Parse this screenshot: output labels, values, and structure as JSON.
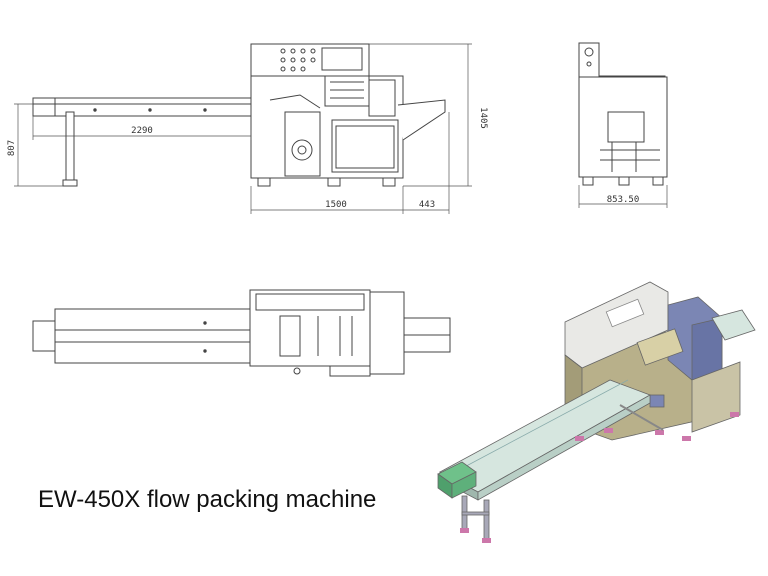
{
  "caption": "EW-450X flow packing machine",
  "dimensions": {
    "total_height": "1405",
    "conveyor_height": "807",
    "conveyor_length": "2290",
    "body_length": "1500",
    "outfeed_length": "443",
    "body_width": "853.50"
  },
  "colors": {
    "line": "#444444",
    "machine_body": "#b8b08a",
    "machine_top": "#e9e9e6",
    "head_unit": "#7b86b4",
    "conveyor": "#d6e6df",
    "infeed": "#6fc18a",
    "legs": "#a8a8b8",
    "feet": "#cc77aa"
  }
}
